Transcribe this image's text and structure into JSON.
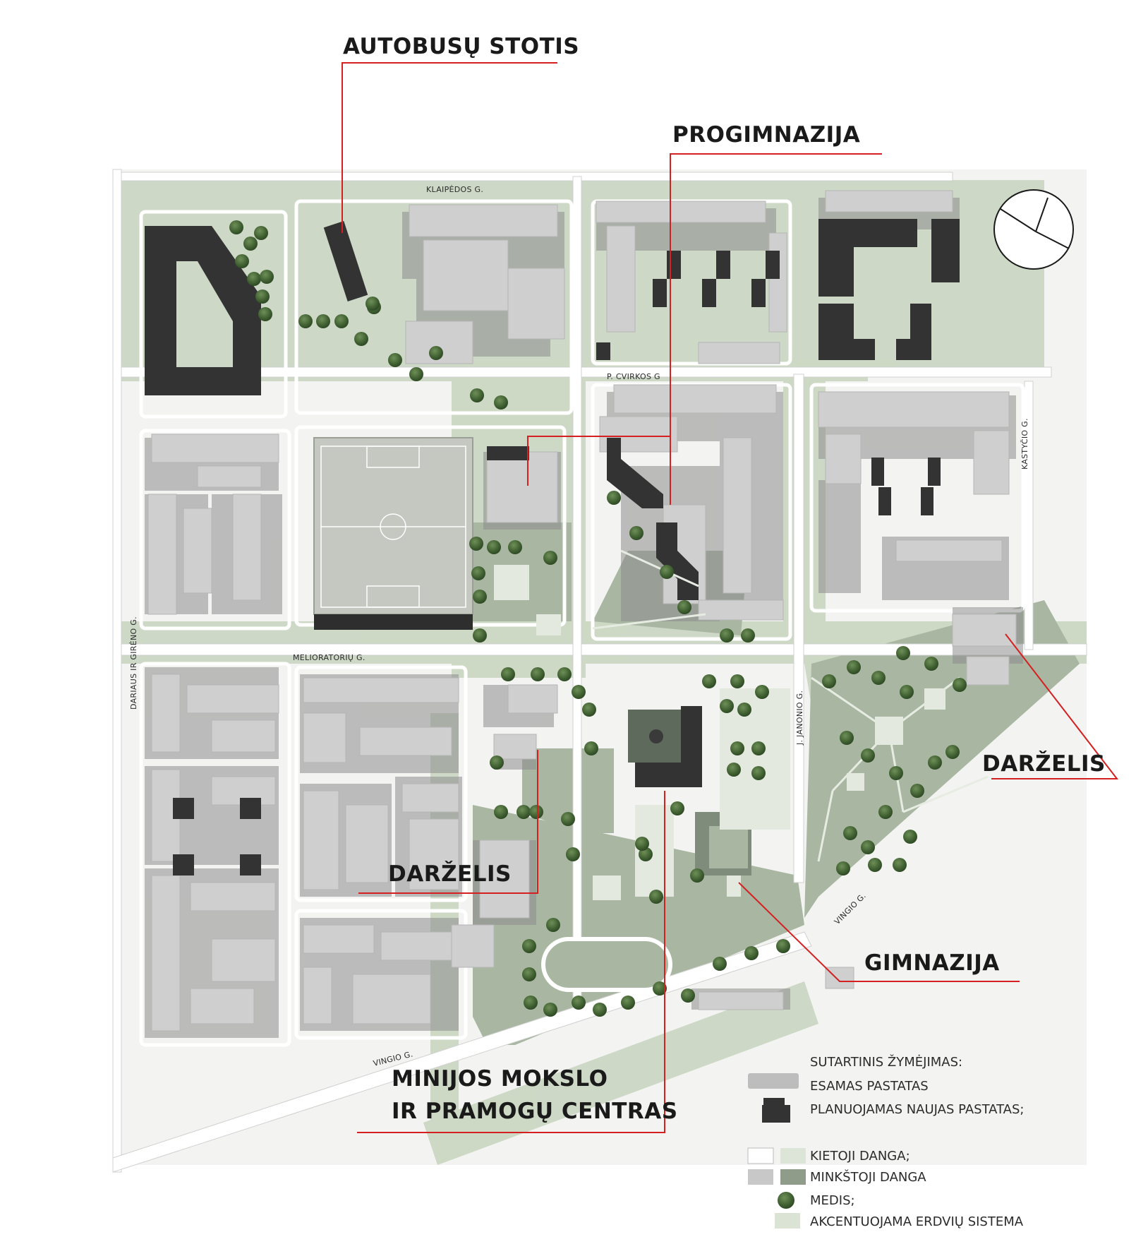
{
  "callouts": {
    "bus_station": "AUTOBUSŲ STOTIS",
    "progymnasium": "PROGIMNAZIJA",
    "kindergarten_east": "DARŽELIS",
    "kindergarten_center": "DARŽELIS",
    "gymnasium": "GIMNAZIJA",
    "center_line1": "MINIJOS MOKSLO",
    "center_line2": "IR PRAMOGŲ CENTRAS"
  },
  "streets": {
    "klaipedos": "KLAIPĖDOS G.",
    "cvirkos": "P. CVIRKOS G",
    "kastycio": "KASTYČIO G.",
    "darius_girenas": "DARIAUS IR GIRĖNO G.",
    "melioratoriu": "MELIORATORIŲ G.",
    "janonio": "J. JANONIO G.",
    "vingio_east": "VINGIO G.",
    "vingio_south": "VINGIO G."
  },
  "legend": {
    "title": "SUTARTINIS ŽYMĖJIMAS:",
    "existing_building": "ESAMAS PASTATAS",
    "planned_building": "PLANUOJAMAS NAUJAS PASTATAS;",
    "hard_surface": "KIETOJI DANGA;",
    "soft_surface": "MINKŠTOJI DANGA",
    "tree": "MEDIS;",
    "accent_system": "AKCENTUOJAMA   ERDVIŲ  SISTEMA"
  },
  "colors": {
    "callout_line": "#d42020",
    "existing_building": "#bdbdbd",
    "planned_building": "#333333",
    "hard_surface": "#dde5d8",
    "soft_surface": "#8f9c8a",
    "tree": "#3c5c2f",
    "accent_space": "#b9c7b0"
  },
  "icons": {
    "north_arrow": "north-arrow-icon"
  }
}
